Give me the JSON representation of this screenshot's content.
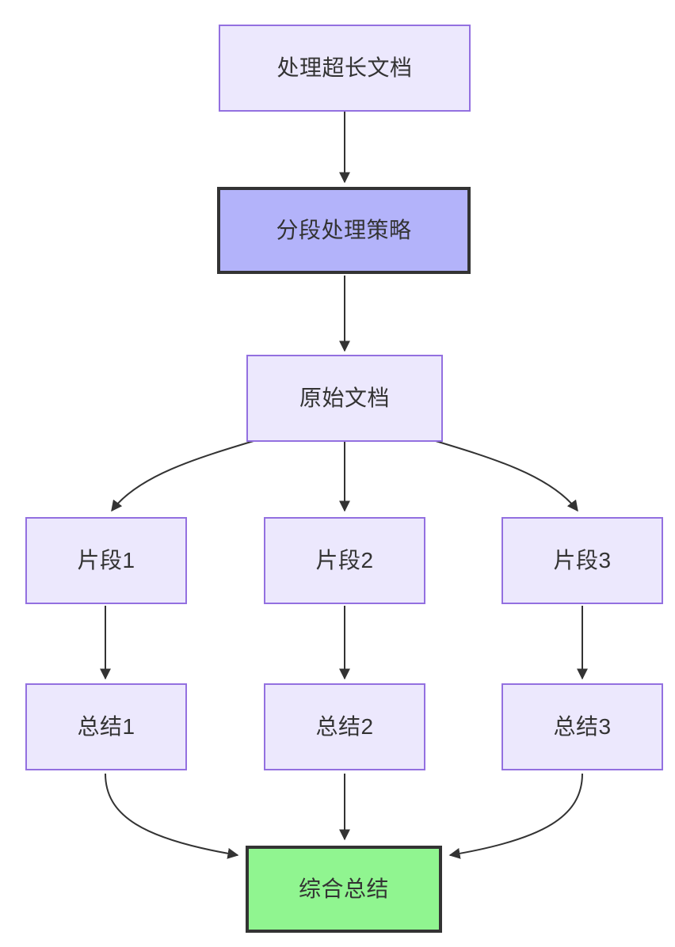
{
  "diagram": {
    "type": "flowchart",
    "direction": "top-down",
    "background_color": "#ffffff",
    "styles": {
      "default_node_fill": "#ece8fd",
      "default_node_border": "#9370e0",
      "highlight_node_fill": "#b3b3fa",
      "highlight_node_border": "#333333",
      "result_node_fill": "#90f590",
      "result_node_border": "#333333",
      "edge_color": "#333333",
      "text_color": "#333333"
    },
    "nodes": [
      {
        "id": "n1",
        "label": "处理超长文档",
        "style": "light"
      },
      {
        "id": "n2",
        "label": "分段处理策略",
        "style": "strong-purple"
      },
      {
        "id": "n3",
        "label": "原始文档",
        "style": "light"
      },
      {
        "id": "n4",
        "label": "片段1",
        "style": "light"
      },
      {
        "id": "n5",
        "label": "片段2",
        "style": "light"
      },
      {
        "id": "n6",
        "label": "片段3",
        "style": "light"
      },
      {
        "id": "n7",
        "label": "总结1",
        "style": "light"
      },
      {
        "id": "n8",
        "label": "总结2",
        "style": "light"
      },
      {
        "id": "n9",
        "label": "总结3",
        "style": "light"
      },
      {
        "id": "n10",
        "label": "综合总结",
        "style": "strong-green"
      }
    ],
    "edges": [
      {
        "from": "n1",
        "to": "n2",
        "shape": "straight"
      },
      {
        "from": "n2",
        "to": "n3",
        "shape": "straight"
      },
      {
        "from": "n3",
        "to": "n4",
        "shape": "curve"
      },
      {
        "from": "n3",
        "to": "n5",
        "shape": "straight"
      },
      {
        "from": "n3",
        "to": "n6",
        "shape": "curve"
      },
      {
        "from": "n4",
        "to": "n7",
        "shape": "straight"
      },
      {
        "from": "n5",
        "to": "n8",
        "shape": "straight"
      },
      {
        "from": "n6",
        "to": "n9",
        "shape": "straight"
      },
      {
        "from": "n7",
        "to": "n10",
        "shape": "curve"
      },
      {
        "from": "n8",
        "to": "n10",
        "shape": "straight"
      },
      {
        "from": "n9",
        "to": "n10",
        "shape": "curve"
      }
    ]
  }
}
